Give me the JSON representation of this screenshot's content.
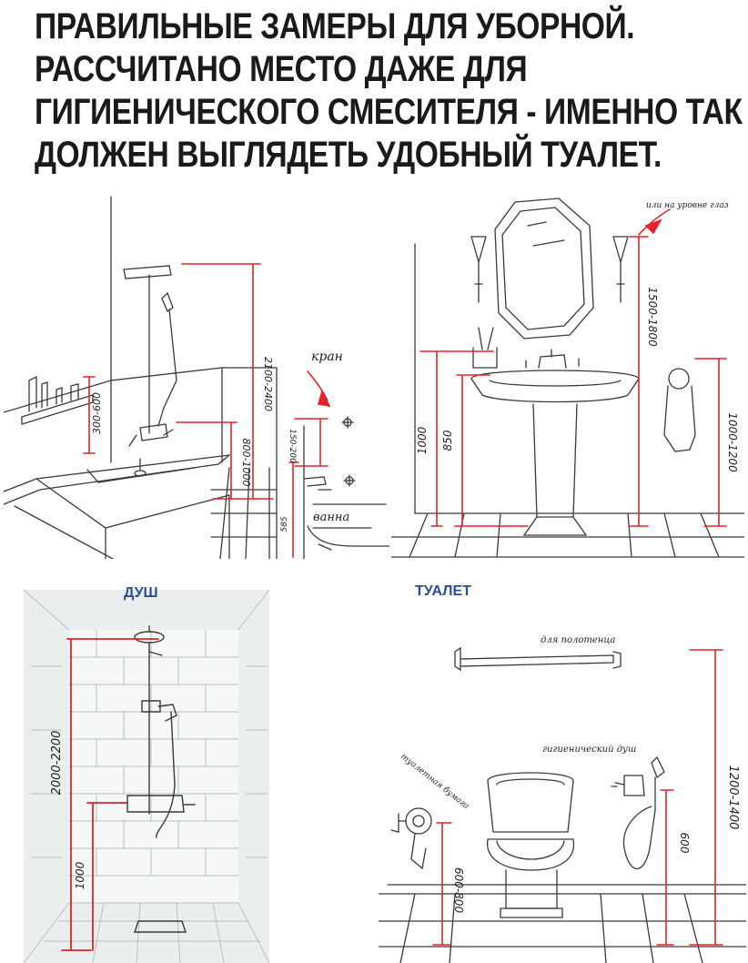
{
  "headline": {
    "lines": [
      "ПРАВИЛЬНЫЕ ЗАМЕРЫ ДЛЯ УБОРНОЙ.",
      "РАССЧИТАНО МЕСТО ДАЖЕ ДЛЯ",
      "ГИГИЕНИЧЕСКОГО СМЕСИТЕЛЯ - ИМЕННО ТАК",
      "ДОЛЖЕН ВЫГЛЯДЕТЬ УДОБНЫЙ ТУАЛЕТ."
    ]
  },
  "colors": {
    "ink": "#1a1a1a",
    "sketch": "#3a3a3a",
    "measure": "#e0242b",
    "title": "#2b4f8c"
  },
  "bath_panel": {
    "dims": {
      "shelf": "300-600",
      "shower": "2100-2400",
      "mixer": "800-1000",
      "tap": "150-200",
      "rim": "585"
    },
    "labels": {
      "tap": "кран",
      "bath": "ванна"
    }
  },
  "sink_panel": {
    "note": "или на уровне глаз",
    "dims": {
      "sink_max": "1000",
      "sink_min": "850",
      "lamps": "1500-1800",
      "towel": "1000-1200"
    }
  },
  "shower_panel": {
    "title": "ДУШ",
    "dims": {
      "head": "2000-2200",
      "mixer": "1000"
    }
  },
  "toilet_panel": {
    "title": "ТУАЛЕТ",
    "labels": {
      "towel": "для полотенца",
      "hygienic": "гигиенический душ",
      "paper": "туалетная бумага"
    },
    "dims": {
      "paper": "600-800",
      "shower_height": "600",
      "towel_height": "1200-1400"
    }
  }
}
